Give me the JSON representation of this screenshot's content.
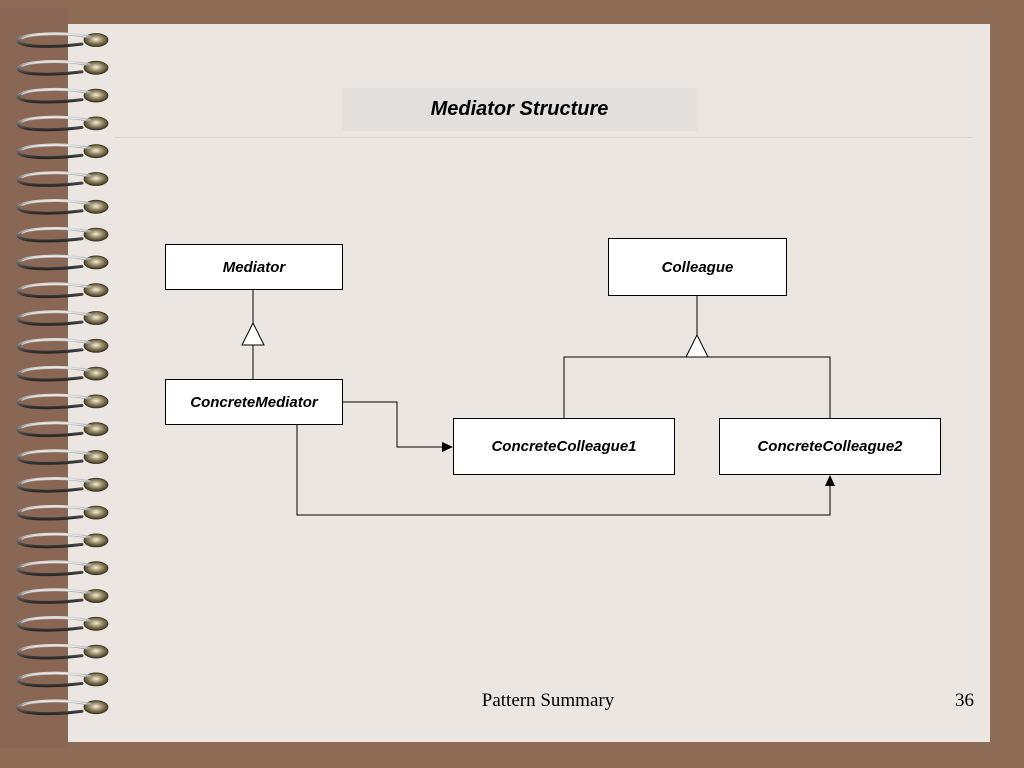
{
  "slide": {
    "title": "Mediator Structure",
    "footer": "Pattern Summary",
    "page_number": "36"
  },
  "classes": {
    "mediator": "Mediator",
    "colleague": "Colleague",
    "concrete_mediator": "ConcreteMediator",
    "concrete_colleague1": "ConcreteColleague1",
    "concrete_colleague2": "ConcreteColleague2"
  },
  "relations": [
    {
      "from": "ConcreteMediator",
      "to": "Mediator",
      "kind": "generalization"
    },
    {
      "from": "ConcreteColleague1",
      "to": "Colleague",
      "kind": "generalization"
    },
    {
      "from": "ConcreteColleague2",
      "to": "Colleague",
      "kind": "generalization"
    },
    {
      "from": "ConcreteMediator",
      "to": "ConcreteColleague1",
      "kind": "association"
    },
    {
      "from": "ConcreteMediator",
      "to": "ConcreteColleague2",
      "kind": "association"
    }
  ],
  "colors": {
    "background": "#8e6b55",
    "slide": "#ebe6e2",
    "title_bar": "#e2dfdd",
    "box_fill": "#ffffff",
    "line": "#000000"
  },
  "icons": {
    "binding": "spiral-binding-icon"
  }
}
